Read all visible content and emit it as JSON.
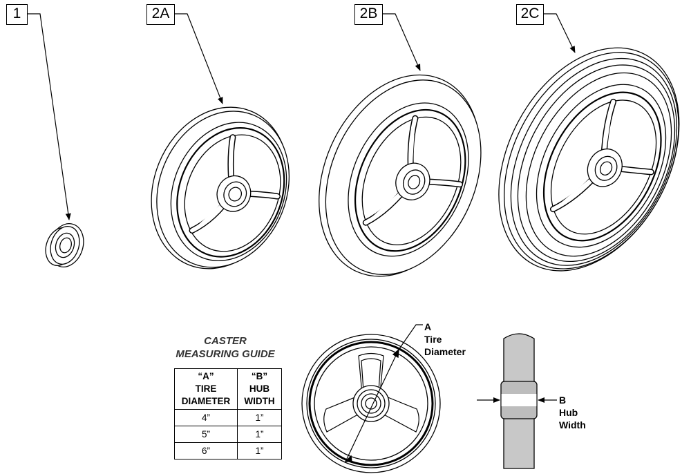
{
  "callouts": {
    "c1": "1",
    "c2a": "2A",
    "c2b": "2B",
    "c2c": "2C"
  },
  "guide": {
    "title_line1": "CASTER",
    "title_line2": "MEASURING GUIDE",
    "col_a": [
      "“A”",
      "TIRE",
      "DIAMETER"
    ],
    "col_b": [
      "“B”",
      "HUB",
      "WIDTH"
    ],
    "rows": [
      {
        "a": "4”",
        "b": "1”"
      },
      {
        "a": "5”",
        "b": "1”"
      },
      {
        "a": "6”",
        "b": "1”"
      }
    ]
  },
  "labels": {
    "a_letter": "A",
    "a_line1": "Tire",
    "a_line2": "Diameter",
    "b_letter": "B",
    "b_line1": "Hub",
    "b_line2": "Width"
  }
}
